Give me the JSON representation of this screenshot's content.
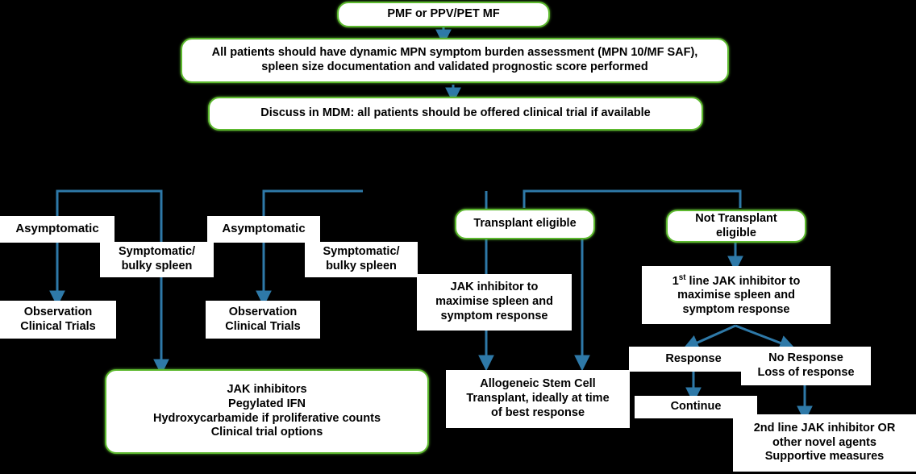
{
  "diagram": {
    "title": "Myelofibrosis management pathway flowchart",
    "background_color": "#000000",
    "accent_border_color": "#5cb82e",
    "connector_color": "#2e79a8",
    "node_fill_color": "#ffffff",
    "text_color": "#000000"
  },
  "nodes": {
    "diagnosis": "PMF or PPV/PET MF",
    "assessment": "All patients should have dynamic MPN symptom burden assessment (MPN 10/MF SAF), spleen size documentation and validated  prognostic score performed",
    "mdm": "Discuss in MDM: all patients should be offered clinical trial if available",
    "asymptomatic_left": "Asymptomatic",
    "symptomatic_left_line1": "Symptomatic/",
    "symptomatic_left_line2": "bulky spleen",
    "observation_left_line1": "Observation",
    "observation_left_line2": "Clinical Trials",
    "asymptomatic_mid": "Asymptomatic",
    "symptomatic_mid_line1": "Symptomatic/",
    "symptomatic_mid_line2": "bulky spleen",
    "observation_mid_line1": "Observation",
    "observation_mid_line2": "Clinical Trials",
    "treatment_options_line1": "JAK inhibitors",
    "treatment_options_line2": "Pegylated IFN",
    "treatment_options_line3": "Hydroxycarbamide if proliferative counts",
    "treatment_options_line4": "Clinical trial options",
    "transplant_eligible": "Transplant eligible",
    "jak_maximise_line1": "JAK inhibitor to",
    "jak_maximise_line2": "maximise spleen and",
    "jak_maximise_line3": "symptom response",
    "allogeneic_line1": "Allogeneic Stem Cell",
    "allogeneic_line2": "Transplant, ideally at time",
    "allogeneic_line3": "of best response",
    "not_transplant_eligible_line1": "Not Transplant",
    "not_transplant_eligible_line2": "eligible",
    "first_line_jak_prefix": "1",
    "first_line_jak_sup": "st",
    "first_line_jak_rest": " line JAK inhibitor to",
    "first_line_jak_line2": "maximise spleen and",
    "first_line_jak_line3": "symptom response",
    "response": "Response",
    "no_response_line1": "No Response",
    "no_response_line2": "Loss of response",
    "continue": "Continue",
    "second_line_line1": "2nd line JAK inhibitor OR",
    "second_line_line2": "other novel agents",
    "second_line_line3": "Supportive measures"
  }
}
